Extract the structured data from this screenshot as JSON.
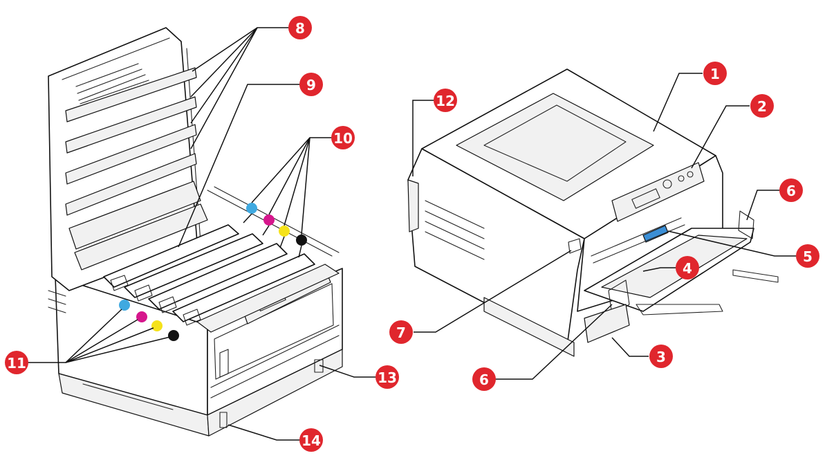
{
  "colors": {
    "callout": "#e0262d",
    "cyan": "#3fa9e0",
    "magenta": "#d6168c",
    "yellow": "#f5e21a",
    "black": "#111111",
    "latch": "#3b8fd6"
  },
  "callouts": [
    {
      "id": "c1",
      "label": "1"
    },
    {
      "id": "c2",
      "label": "2"
    },
    {
      "id": "c3",
      "label": "3"
    },
    {
      "id": "c4",
      "label": "4"
    },
    {
      "id": "c5",
      "label": "5"
    },
    {
      "id": "c6a",
      "label": "6"
    },
    {
      "id": "c6b",
      "label": "6"
    },
    {
      "id": "c7",
      "label": "7"
    },
    {
      "id": "c8",
      "label": "8"
    },
    {
      "id": "c9",
      "label": "9"
    },
    {
      "id": "c10",
      "label": "10"
    },
    {
      "id": "c11",
      "label": "11"
    },
    {
      "id": "c12",
      "label": "12"
    },
    {
      "id": "c13",
      "label": "13"
    },
    {
      "id": "c14",
      "label": "14"
    }
  ]
}
